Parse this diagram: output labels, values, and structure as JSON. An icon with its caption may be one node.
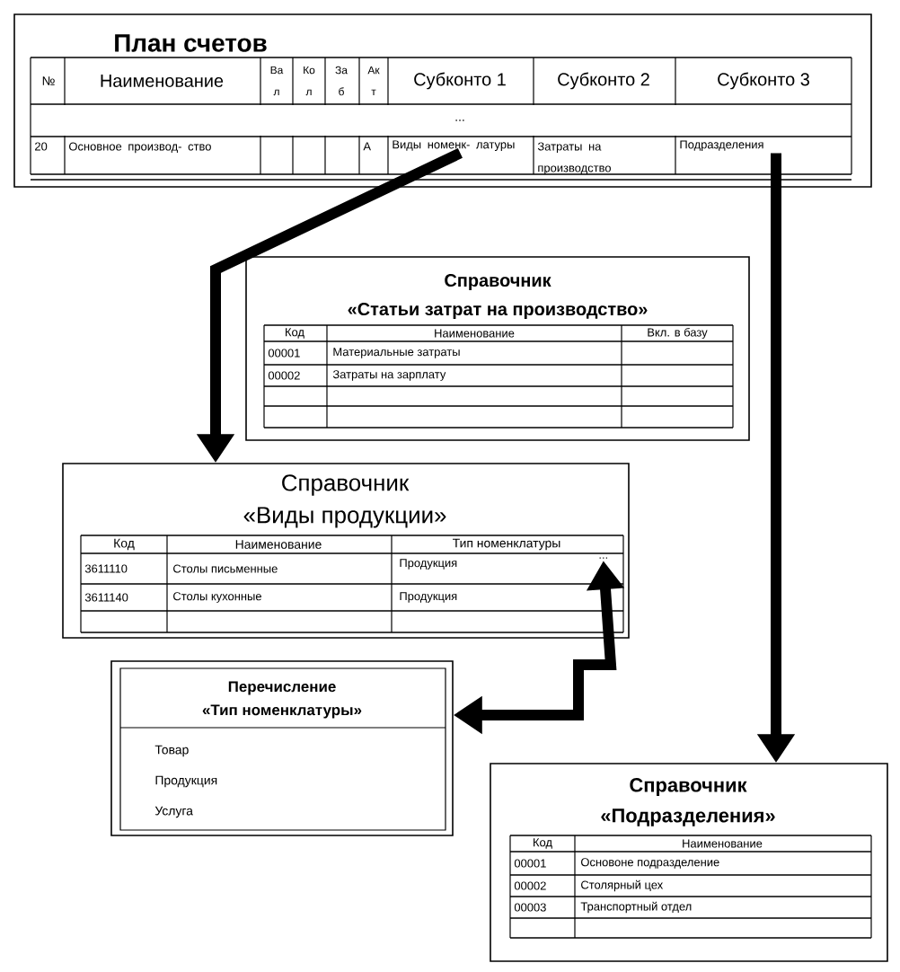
{
  "diagram": {
    "nodes": [
      {
        "text": [
          "План счетов"
        ]
      },
      {
        "text": [
          "Виды номенк- латуры"
        ],
        "in": 0
      },
      {
        "text": [
          "Подразделения"
        ],
        "in": 0
      },
      {
        "text": [
          "Справочник",
          "«Статьи затрат на производство»"
        ]
      },
      {
        "text": [
          "Справочник",
          "«Виды продукции»"
        ]
      },
      {
        "text": [
          "..."
        ],
        "in": 4
      },
      {
        "text": [
          "Перечисление",
          "«Тип номенклатуры»",
          "Товар",
          "Продукция",
          "Услуга"
        ]
      },
      {
        "text": [
          "Справочник",
          "«Подразделения»"
        ]
      }
    ],
    "edges": [
      {
        "from": 1,
        "to": 4,
        "arrow": "to"
      },
      {
        "from": 2,
        "to": 7,
        "arrow": "to"
      },
      {
        "from": 5,
        "to": 6,
        "arrow": "both"
      }
    ],
    "labels": [
      "№",
      "Наименование",
      "Ва л",
      "Ко л",
      "За б",
      "Ак т",
      "Субконто 1",
      "Субконто 2",
      "Субконто 3",
      "...",
      "20",
      "Основное производ- ство",
      "А",
      "Затраты на производство",
      "Код",
      "Наименование",
      "Вкл. в базу",
      "00001",
      "Материальные затраты",
      "00002",
      "Затраты на зарплату",
      "Код",
      "Наименование",
      "Тип номенклатуры",
      "3611110",
      "Столы письменные",
      "Продукция",
      "3611140",
      "Столы кухонные",
      "Продукция",
      "Код",
      "Наименование",
      "00001",
      "Основоне подразделение",
      "00002",
      "Столярный цех",
      "00003",
      "Транспортный отдел"
    ]
  }
}
